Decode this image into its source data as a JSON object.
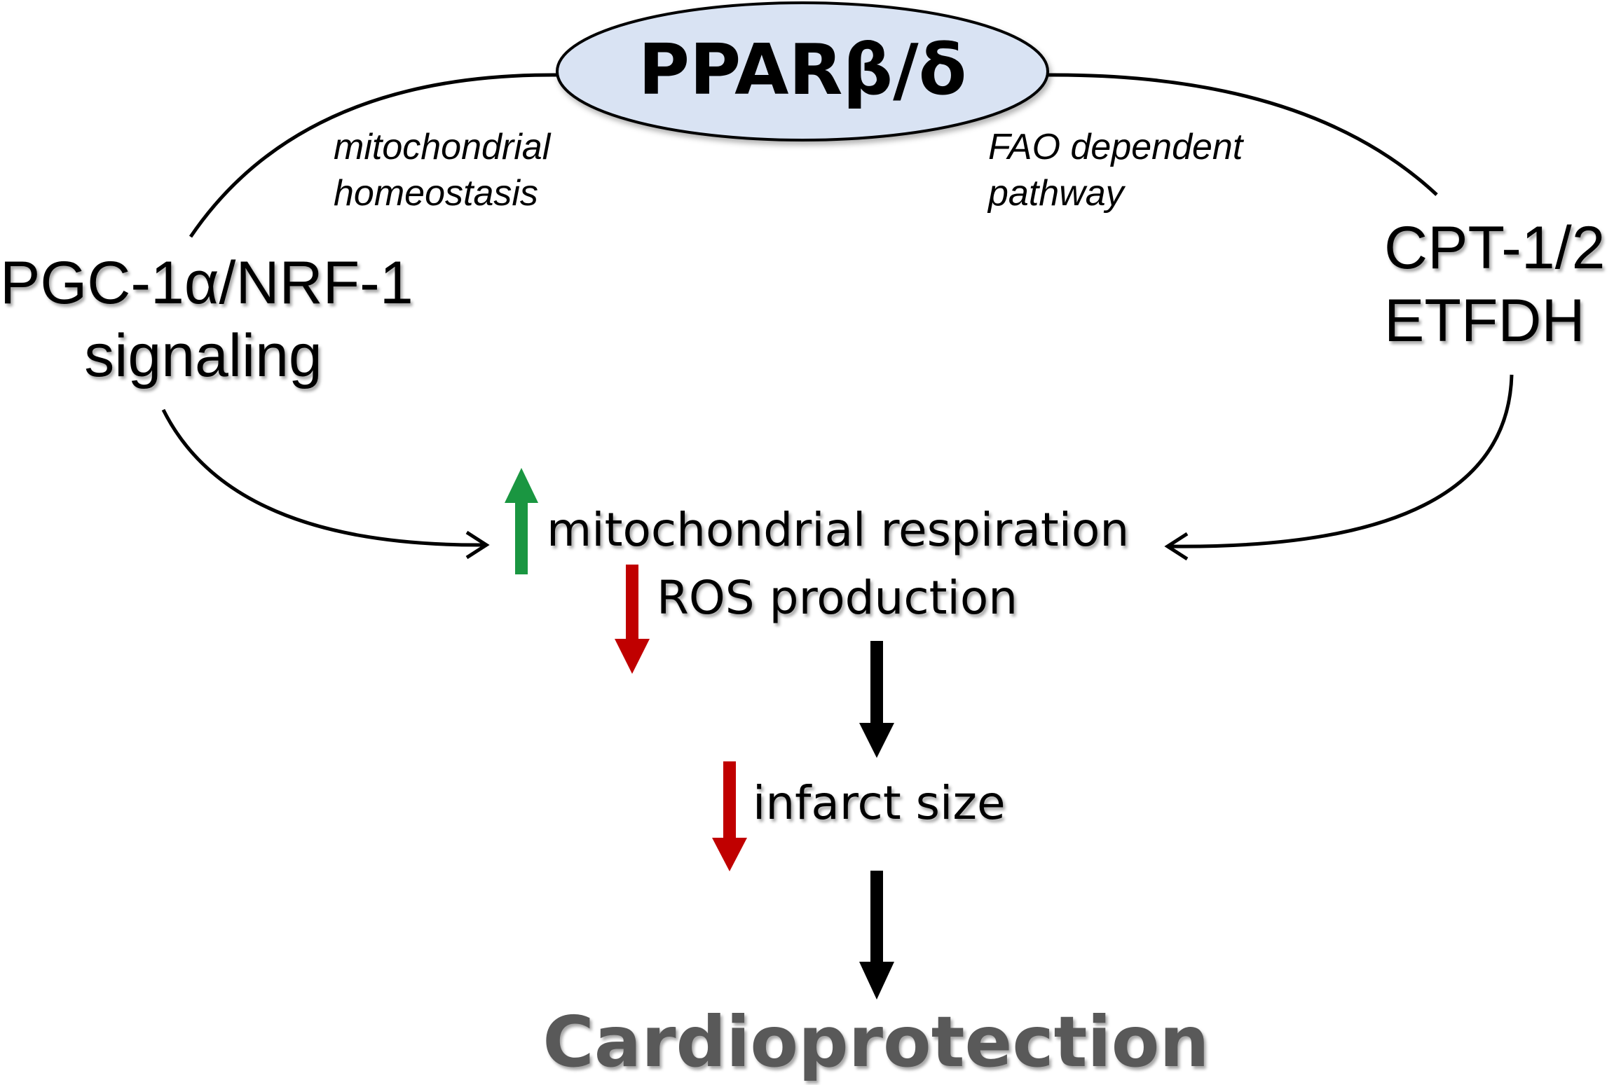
{
  "diagram": {
    "center_node": "PPARβ/δ",
    "left_branch": {
      "annotation_line1": "mitochondrial",
      "annotation_line2": "homeostasis",
      "node_line1": "PGC-1α/NRF-1",
      "node_line2": "signaling"
    },
    "right_branch": {
      "annotation_line1": "FAO dependent",
      "annotation_line2": "pathway",
      "node_line1": "CPT-1/2",
      "node_line2": "ETFDH"
    },
    "effects": [
      {
        "text": "mitochondrial respiration",
        "direction": "up",
        "color": "#1a9641"
      },
      {
        "text": "ROS production",
        "direction": "down",
        "color": "#c00000"
      },
      {
        "text": "infarct size",
        "direction": "down",
        "color": "#c00000"
      }
    ],
    "outcome": "Cardioprotection",
    "colors": {
      "ellipse_fill": "#d9e3f3",
      "line": "#000000",
      "increase": "#1a9641",
      "decrease": "#c00000",
      "outcome_text": "#595959"
    }
  }
}
